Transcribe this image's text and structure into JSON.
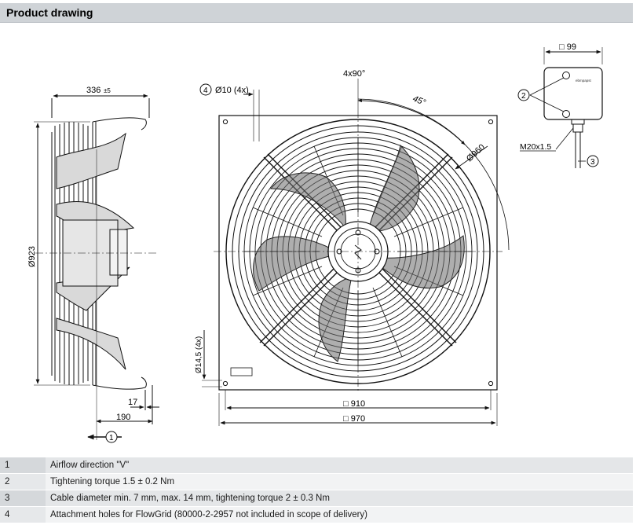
{
  "header": {
    "title": "Product drawing"
  },
  "dimensions": {
    "side_width": "336",
    "side_tol": "±5",
    "side_height": "Ø923",
    "side_17": "17",
    "side_190": "190",
    "holes": "Ø10 (4x)",
    "angle_4x90": "4x90°",
    "angle_45": "45°",
    "diameter_960": "Ø960",
    "hole_14": "Ø14,5 (4x)",
    "width_910": "910",
    "width_970": "970",
    "box_99": "99",
    "cable_gland": "M20x1.5",
    "box_logo": "ebmpapst"
  },
  "callouts": {
    "c1": "1",
    "c2": "2",
    "c3": "3",
    "c4": "4"
  },
  "legend": [
    {
      "num": "1",
      "text": "Airflow direction \"V\""
    },
    {
      "num": "2",
      "text": "Tightening torque 1.5 ± 0.2 Nm"
    },
    {
      "num": "3",
      "text": "Cable diameter min. 7 mm, max. 14 mm, tightening torque 2 ± 0.3 Nm"
    },
    {
      "num": "4",
      "text": "Attachment holes for FlowGrid (80000-2-2957 not included in scope of delivery)"
    }
  ]
}
